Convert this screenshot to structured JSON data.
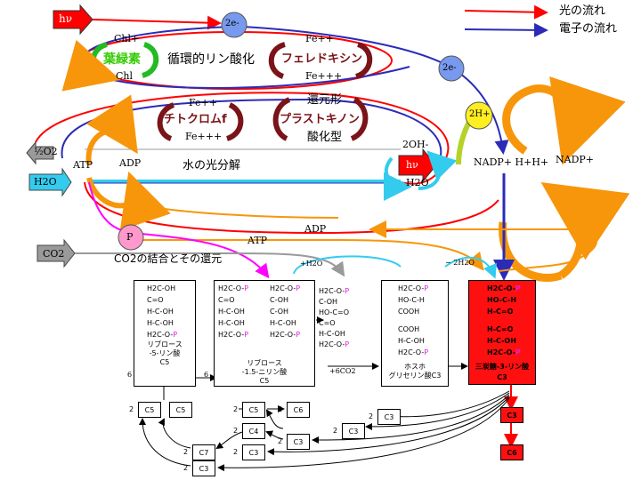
{
  "legend": {
    "light_flow": "光の流れ",
    "electron_flow": "電子の流れ"
  },
  "light_labels": {
    "hv_top": "hν",
    "hv_mid": "hν"
  },
  "electrons": {
    "e_top": "2e-",
    "e_right": "2e-"
  },
  "cyclic": {
    "chl_plus": "Chl+",
    "chlorophyll": "葉緑素",
    "chl": "Chl",
    "title": "循環的リン酸化",
    "fe2_top": "Fe++",
    "ferredoxin": "フェレドキシン",
    "fe3_top": "Fe+++"
  },
  "middle": {
    "fe2": "Fe++",
    "cytochrome": "チトクロムf",
    "fe3": "Fe+++",
    "reduced": "還元形",
    "plastoquinone": "プラストキノン",
    "oxidized": "酸化型"
  },
  "photolysis": {
    "half_o2": "½O2",
    "atp": "ATP",
    "adp": "ADP",
    "title": "水の光分解",
    "h2o_left": "H2O",
    "two_oh": "2OH-",
    "h2o_right": "H2O",
    "two_h": "2H+"
  },
  "nadp": {
    "nadph": "NADP+ H+H+",
    "nadp_plus": "NADP+"
  },
  "calvin": {
    "p": "P",
    "adp": "ADP",
    "atp": "ATP",
    "co2": "CO2",
    "title": "CO2の結合とその還元",
    "plus_h2o": "+H2O",
    "minus_h2o": "− 2H2O",
    "plus_6co2": "+6CO2",
    "six_left": "6",
    "six_right": "6"
  },
  "molecules": {
    "ribulose5p": {
      "lines": [
        "H2C-OH",
        "C=O",
        "H-C-OH",
        "H-C-OH",
        "H2C-O-P"
      ],
      "name": "リブロース\n-5-リン酸",
      "carbon": "C5"
    },
    "ribulose15p_a": {
      "lines": [
        "H2C-O-P",
        "C=O",
        "H-C-OH",
        "H-C-OH",
        "H2C-O-P"
      ]
    },
    "ribulose15p_b": {
      "lines": [
        "H2C-O-P",
        "C-OH",
        "C-OH",
        "H-C-OH",
        "H2C-O-P"
      ]
    },
    "ribulose15p": {
      "name": "リブロース\n-1.5-ニリン酸",
      "carbon": "C5"
    },
    "intermediate": {
      "lines": [
        "H2C-O-P",
        "C-OH",
        "HO-C=O",
        "C=O",
        "H-C-OH",
        "H2C-O-P"
      ]
    },
    "phosphoglycerate_a": {
      "lines": [
        "H2C-O-P",
        "HO-C-H",
        "COOH"
      ]
    },
    "phosphoglycerate_b": {
      "lines": [
        "COOH",
        "H-C-OH",
        "H2C-O-P"
      ]
    },
    "phosphoglycerate": {
      "name": "ホスホ\nグリセリン酸C3"
    },
    "triose_a": {
      "lines": [
        "H2C-O-P",
        "HO-C-H",
        "H-C=O"
      ]
    },
    "triose_b": {
      "lines": [
        "H-C=O",
        "H-C-OH",
        "H2C-O-P"
      ]
    },
    "triose": {
      "name": "三炭糖-3-リン酸",
      "carbon": "C3"
    }
  },
  "carbon_boxes": [
    {
      "id": "a",
      "coef": "2",
      "label": "C5"
    },
    {
      "id": "b",
      "coef": "",
      "label": "C5"
    },
    {
      "id": "c",
      "coef": "2",
      "label": "C5"
    },
    {
      "id": "d",
      "coef": "2",
      "label": "C6"
    },
    {
      "id": "e",
      "coef": "2",
      "label": "C4"
    },
    {
      "id": "f",
      "coef": "2",
      "label": "C3"
    },
    {
      "id": "g",
      "coef": "2",
      "label": "C3"
    },
    {
      "id": "h",
      "coef": "2",
      "label": "C3"
    },
    {
      "id": "i",
      "coef": "2",
      "label": "C7"
    },
    {
      "id": "j",
      "coef": "2",
      "label": "C3"
    },
    {
      "id": "k",
      "coef": "2",
      "label": "C3"
    },
    {
      "id": "l",
      "coef": "",
      "label": "C3"
    },
    {
      "id": "m",
      "coef": "",
      "label": "C6"
    }
  ],
  "colors": {
    "red": "#ff0000",
    "blue": "#2b2bb8",
    "orange": "#f7960b",
    "maroon": "#7a1418",
    "cyan": "#33ccee",
    "green": "#22bb22",
    "gray": "#9a9a9a",
    "magenta": "#ff00ff",
    "triose_bg": "#ff1010",
    "p_circle": "#ff99cc",
    "two_h_circle": "#ffee22",
    "leaf_green": "#33cc00",
    "lime": "#b4d22a"
  }
}
